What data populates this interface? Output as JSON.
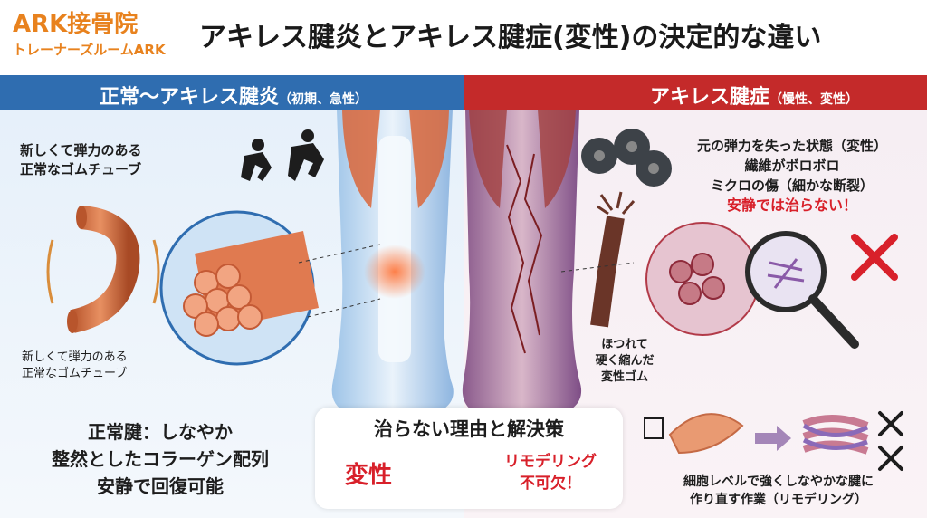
{
  "header": {
    "logo_title": "ARK接骨院",
    "logo_subtitle": "トレーナーズルームARK",
    "title": "アキレス腱炎とアキレス腱症(変性)の決定的な違い"
  },
  "left_band": {
    "title": "正常〜アキレス腱炎",
    "note": "（初期、急性）"
  },
  "right_band": {
    "title": "アキレス腱症",
    "note": "（慢性、変性）"
  },
  "left_panel": {
    "tube_caption_top": [
      "新しくて弾力のある",
      "正常なゴムチューブ"
    ],
    "tube_caption_bottom": [
      "新しくて弾力のある",
      "正常なゴムチューブ"
    ],
    "summary": [
      "正常腱：しなやか",
      "整然としたコラーゲン配列",
      "安静で回復可能"
    ]
  },
  "right_panel": {
    "state_lines": [
      "元の弾力を失った状態（変性）",
      "繊維がボロボロ",
      "ミクロの傷（細かな断裂）"
    ],
    "warning": "安静では治らない！",
    "rubber_caption": [
      "ほつれて",
      "硬く縮んだ",
      "変性ゴム"
    ],
    "remodel_caption": [
      "細胞レベルで強くしなやかな腱に",
      "作り直す作業（リモデリング）"
    ]
  },
  "bottom": {
    "title": "治らない理由と解決策",
    "from": "変性",
    "to_lines": [
      "リモデリング",
      "不可欠！"
    ]
  },
  "colors": {
    "orange": "#e8821e",
    "blue": "#2f6db0",
    "red": "#c42a2a",
    "warning": "#d8202a"
  }
}
